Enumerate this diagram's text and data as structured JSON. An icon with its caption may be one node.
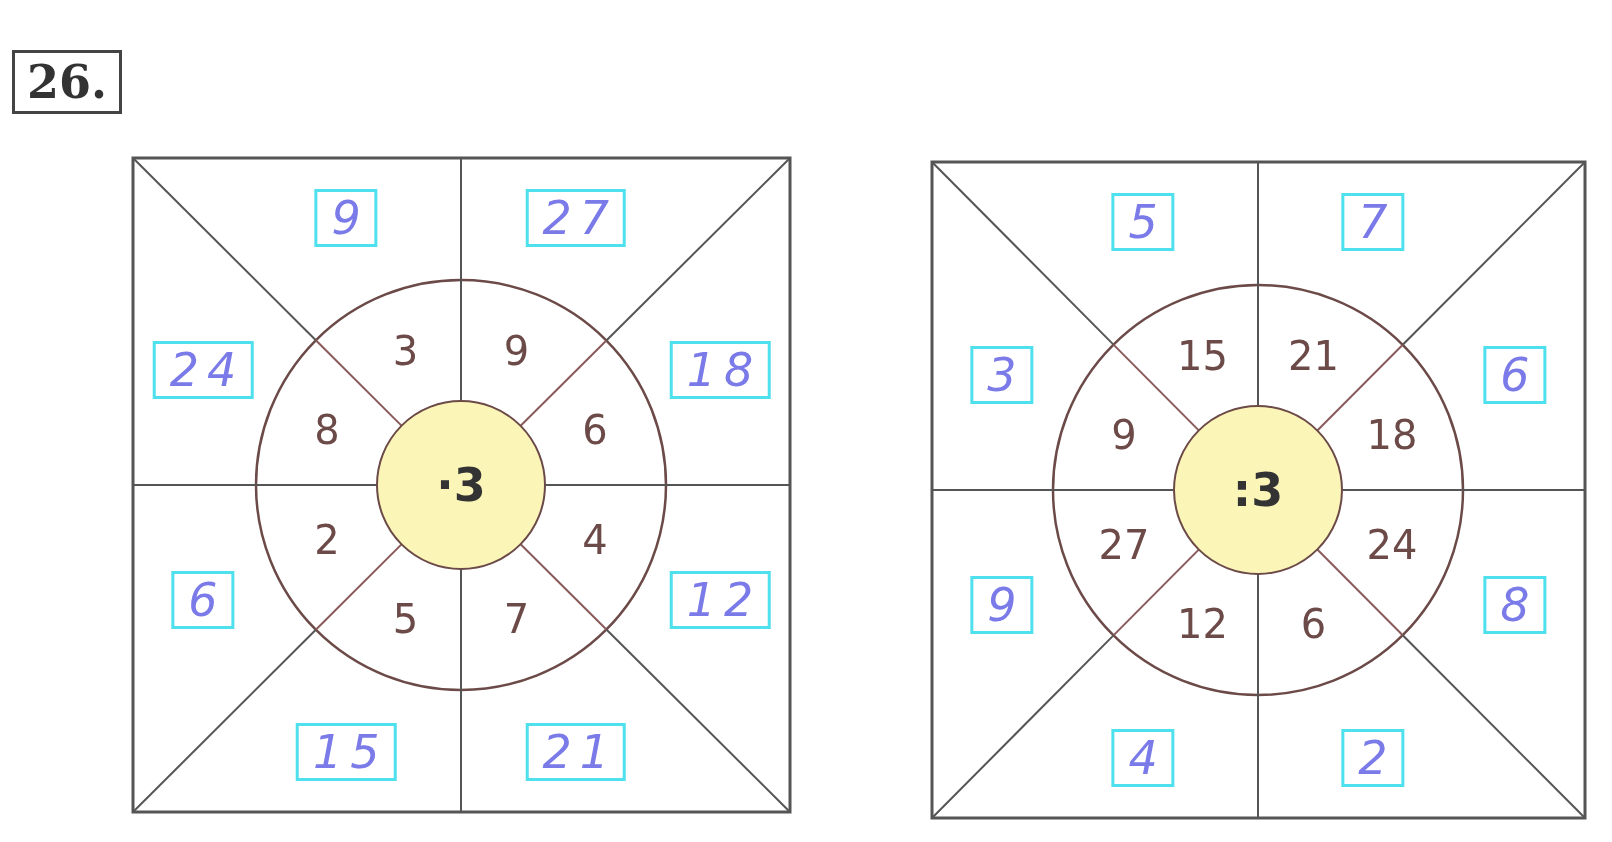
{
  "diagram": {
    "title": "26.",
    "nodes": [
      {
        "text": [
          "·3"
        ]
      },
      {
        "text": [
          "9"
        ]
      },
      {
        "text": [
          "27"
        ]
      },
      {
        "text": [
          "18"
        ]
      },
      {
        "text": [
          "12"
        ]
      },
      {
        "text": [
          "21"
        ]
      },
      {
        "text": [
          "15"
        ]
      },
      {
        "text": [
          "6"
        ]
      },
      {
        "text": [
          "24"
        ]
      },
      {
        "text": [
          ":3"
        ]
      },
      {
        "text": [
          "5"
        ]
      },
      {
        "text": [
          "7"
        ]
      },
      {
        "text": [
          "6"
        ]
      },
      {
        "text": [
          "8"
        ]
      },
      {
        "text": [
          "2"
        ]
      },
      {
        "text": [
          "4"
        ]
      },
      {
        "text": [
          "9"
        ]
      },
      {
        "text": [
          "3"
        ]
      }
    ],
    "labels": [
      "3",
      "9",
      "6",
      "4",
      "7",
      "5",
      "2",
      "8",
      "15",
      "21",
      "18",
      "24",
      "6",
      "12",
      "27",
      "9"
    ]
  }
}
